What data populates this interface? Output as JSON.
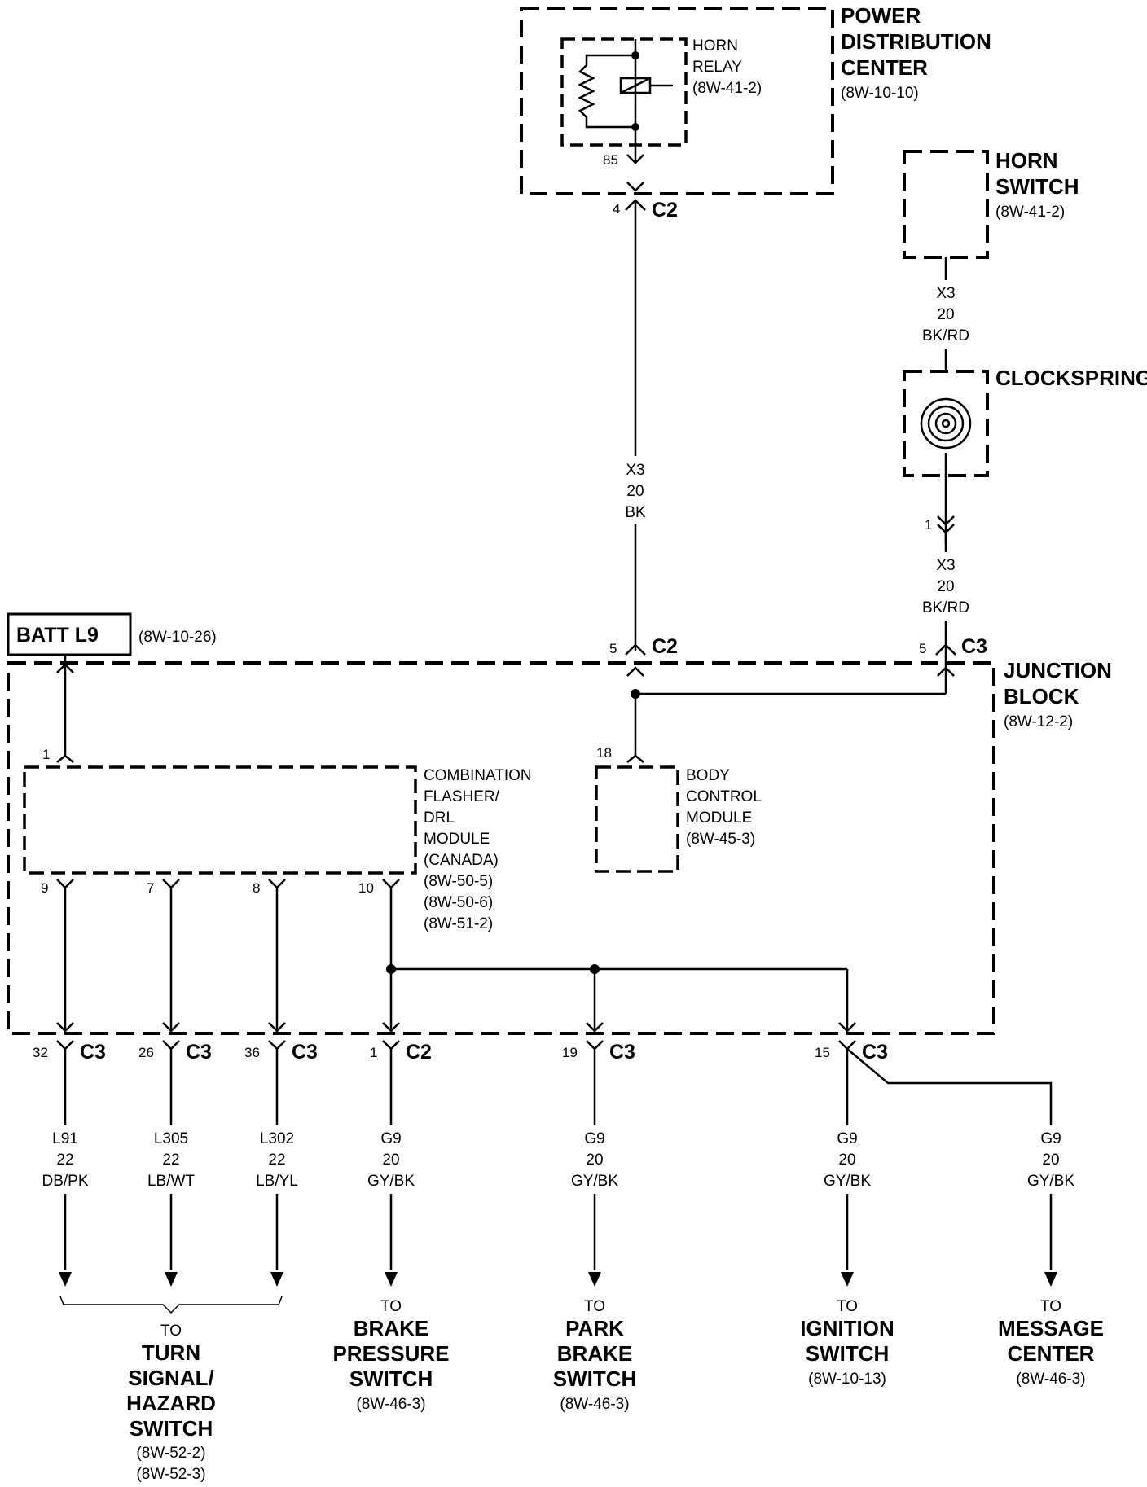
{
  "pdc": {
    "lines": [
      "POWER",
      "DISTRIBUTION",
      "CENTER"
    ],
    "ref": "(8W-10-10)"
  },
  "horn_relay": {
    "lines": [
      "HORN",
      "RELAY",
      "(8W-41-2)"
    ],
    "pin": "85"
  },
  "pdc_out": {
    "pin": "4",
    "connector": "C2"
  },
  "wire_x3_bk": {
    "lines": [
      "X3",
      "20",
      "BK"
    ]
  },
  "horn_switch": {
    "lines": [
      "HORN",
      "SWITCH"
    ],
    "ref": "(8W-41-2)"
  },
  "wire_x3_bkrd_top": {
    "lines": [
      "X3",
      "20",
      "BK/RD"
    ]
  },
  "clockspring": {
    "label": "CLOCKSPRING",
    "pin": "1"
  },
  "wire_x3_bkrd_bottom": {
    "lines": [
      "X3",
      "20",
      "BK/RD"
    ]
  },
  "batt": {
    "label": "BATT L9",
    "ref": "(8W-10-26)"
  },
  "jb_in_left": {
    "pin": "5",
    "connector": "C2"
  },
  "jb_in_right": {
    "pin": "5",
    "connector": "C3"
  },
  "junction_block": {
    "lines": [
      "JUNCTION",
      "BLOCK"
    ],
    "ref": "(8W-12-2)"
  },
  "flasher": {
    "lines": [
      "COMBINATION",
      "FLASHER/",
      "DRL",
      "MODULE",
      "(CANADA)",
      "(8W-50-5)",
      "(8W-50-6)",
      "(8W-51-2)"
    ],
    "pin_top": "1",
    "pins_bottom": [
      "9",
      "7",
      "8",
      "10"
    ]
  },
  "bcm": {
    "lines": [
      "BODY",
      "CONTROL",
      "MODULE",
      "(8W-45-3)"
    ],
    "pin": "18"
  },
  "outputs": [
    {
      "pin": "32",
      "connector": "C3",
      "wire": [
        "L91",
        "22",
        "DB/PK"
      ]
    },
    {
      "pin": "26",
      "connector": "C3",
      "wire": [
        "L305",
        "22",
        "LB/WT"
      ]
    },
    {
      "pin": "36",
      "connector": "C3",
      "wire": [
        "L302",
        "22",
        "LB/YL"
      ]
    },
    {
      "pin": "1",
      "connector": "C2",
      "wire": [
        "G9",
        "20",
        "GY/BK"
      ]
    },
    {
      "pin": "19",
      "connector": "C3",
      "wire": [
        "G9",
        "20",
        "GY/BK"
      ]
    },
    {
      "pin": "15",
      "connector": "C3",
      "wire": [
        "G9",
        "20",
        "GY/BK"
      ]
    },
    {
      "pin": "",
      "connector": "",
      "wire": [
        "G9",
        "20",
        "GY/BK"
      ]
    }
  ],
  "destinations": {
    "turn_signal": {
      "to": "TO",
      "lines": [
        "TURN",
        "SIGNAL/",
        "HAZARD",
        "SWITCH"
      ],
      "refs": [
        "(8W-52-2)",
        "(8W-52-3)"
      ]
    },
    "brake_pressure": {
      "to": "TO",
      "lines": [
        "BRAKE",
        "PRESSURE",
        "SWITCH"
      ],
      "refs": [
        "(8W-46-3)"
      ]
    },
    "park_brake": {
      "to": "TO",
      "lines": [
        "PARK",
        "BRAKE",
        "SWITCH"
      ],
      "refs": [
        "(8W-46-3)"
      ]
    },
    "ignition": {
      "to": "TO",
      "lines": [
        "IGNITION",
        "SWITCH"
      ],
      "refs": [
        "(8W-10-13)"
      ]
    },
    "message_center": {
      "to": "TO",
      "lines": [
        "MESSAGE",
        "CENTER"
      ],
      "refs": [
        "(8W-46-3)"
      ]
    }
  }
}
